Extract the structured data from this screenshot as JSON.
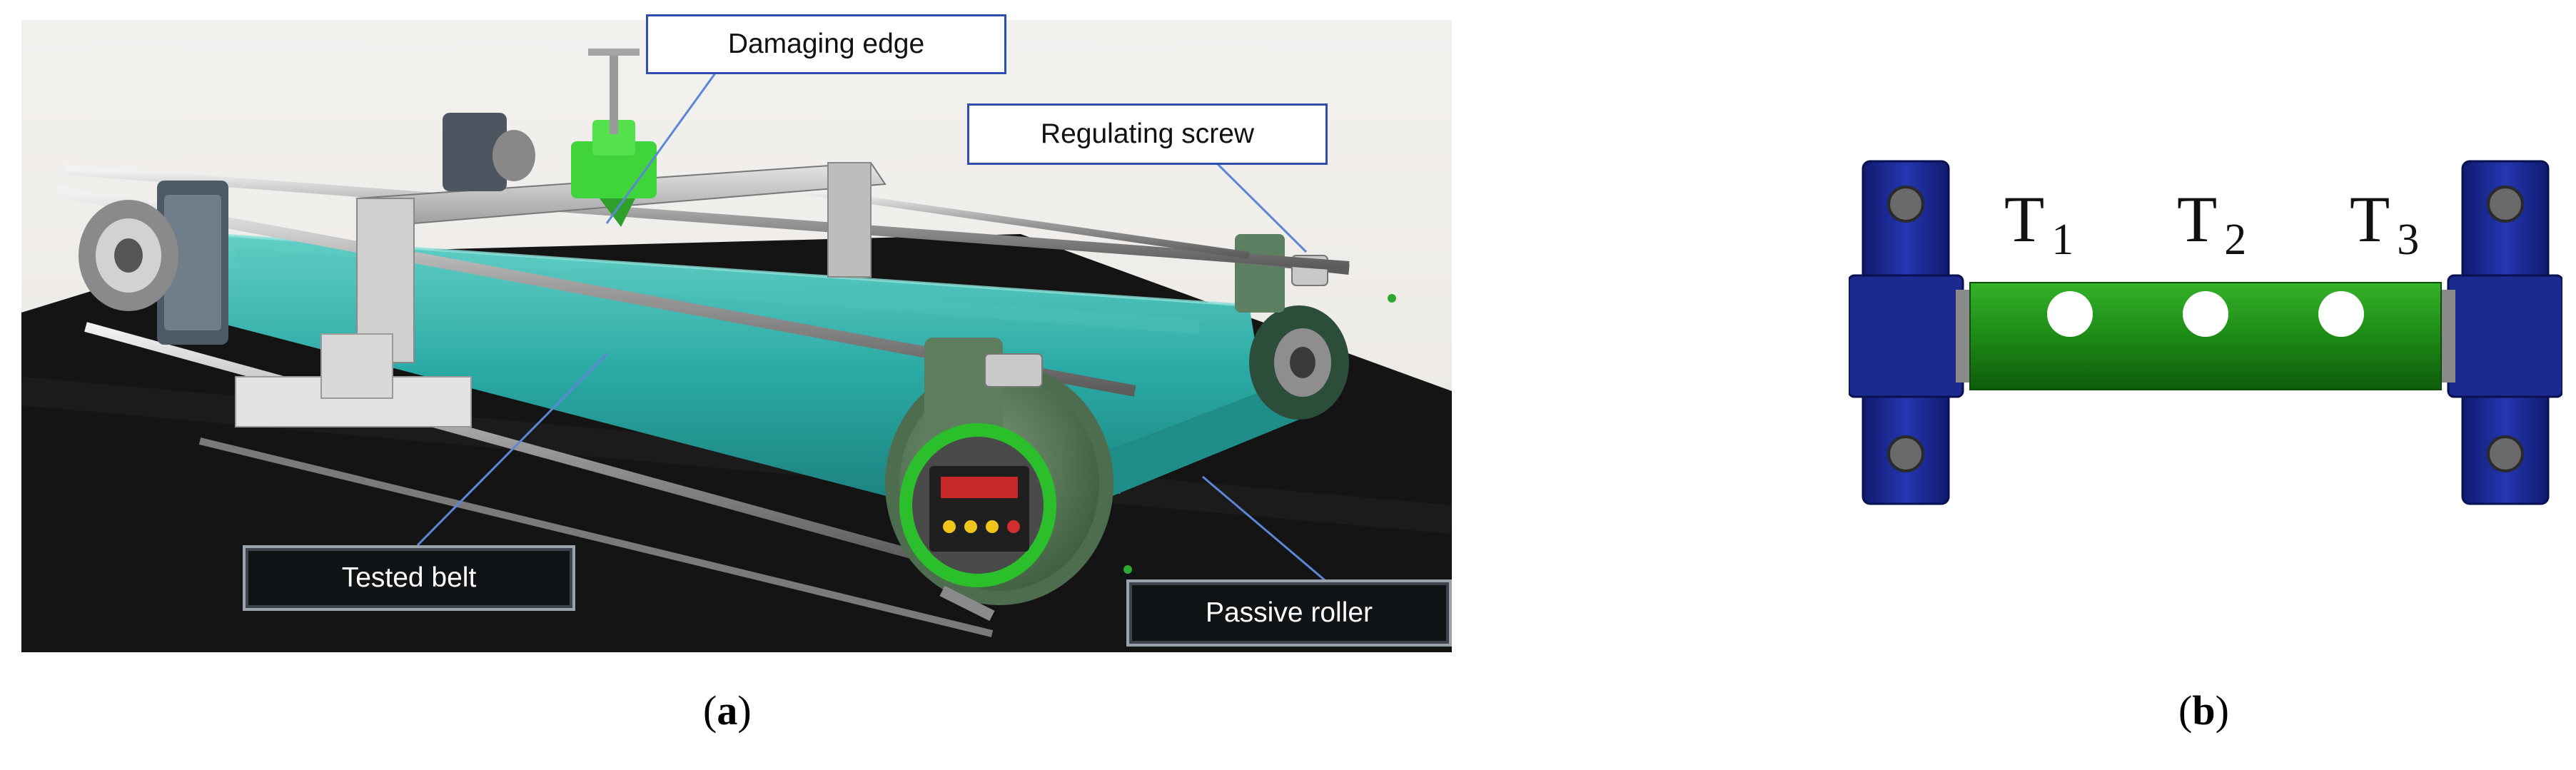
{
  "panel_a": {
    "callouts": {
      "damaging_edge": "Damaging edge",
      "regulating_screw": "Regulating screw",
      "tested_belt": "Tested belt",
      "passive_roller": "Passive roller"
    },
    "caption": {
      "open": "(",
      "letter": "a",
      "close": ")"
    }
  },
  "panel_b": {
    "labels": [
      {
        "main": "T",
        "sub": "1"
      },
      {
        "main": "T",
        "sub": "2"
      },
      {
        "main": "T",
        "sub": "3"
      }
    ],
    "caption": {
      "open": "(",
      "letter": "b",
      "close": ")"
    }
  },
  "colors": {
    "belt": "#2aa9a4",
    "bearing_housing": "#2f4733",
    "roller_green": "#1e8a16",
    "support_blue": "#1c2a8f",
    "callout_border": "#2f4fae"
  }
}
